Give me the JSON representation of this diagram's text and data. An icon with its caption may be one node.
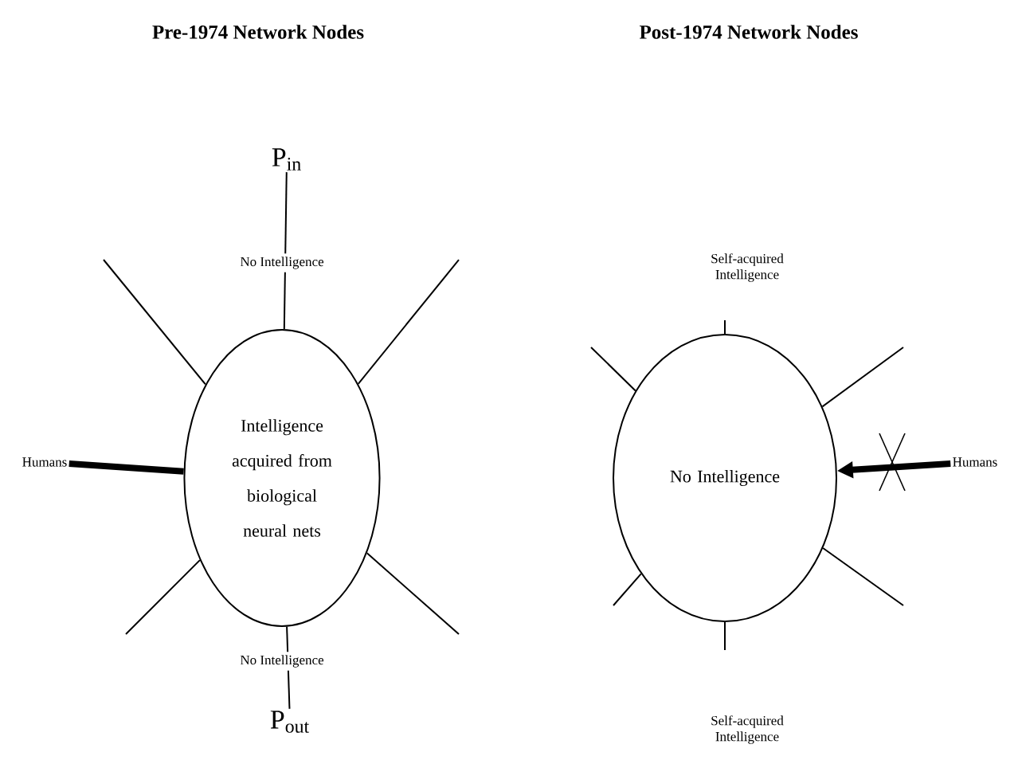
{
  "diagram": {
    "nodes": [
      {
        "text": [
          "Intelligence acquired from biological neural nets"
        ]
      },
      {
        "text": [
          "No Intelligence"
        ]
      },
      {
        "text": [
          "P$_{in}$"
        ]
      },
      {
        "text": [
          "P$_{out}$"
        ]
      },
      {
        "text": [
          "Humans"
        ]
      },
      {
        "text": [
          "Humans"
        ]
      }
    ],
    "edges": [
      {
        "from": 2,
        "to": 0,
        "arrow": "none",
        "label": "No Intelligence"
      },
      {
        "from": 0,
        "to": 3,
        "arrow": "none",
        "label": "No Intelligence"
      },
      {
        "from": 4,
        "to": 0,
        "arrow": "none",
        "style": "thick"
      },
      {
        "from": null,
        "to": 0,
        "arrow": "none"
      },
      {
        "from": null,
        "to": 0,
        "arrow": "none"
      },
      {
        "from": null,
        "to": 0,
        "arrow": "none"
      },
      {
        "from": null,
        "to": 0,
        "arrow": "none"
      },
      {
        "from": null,
        "to": 1,
        "arrow": "none"
      },
      {
        "from": null,
        "to": 1,
        "arrow": "none"
      },
      {
        "from": null,
        "to": 1,
        "arrow": "none"
      },
      {
        "from": null,
        "to": 1,
        "arrow": "none"
      },
      {
        "from": null,
        "to": 1,
        "arrow": "none"
      },
      {
        "from": null,
        "to": 1,
        "arrow": "none"
      },
      {
        "from": 5,
        "to": 1,
        "arrow": "to",
        "style": "thick"
      }
    ],
    "labels": [
      "Pre-1974 Network Nodes",
      "Post-1974 Network Nodes",
      "Self-acquired Intelligence",
      "Self-acquired Intelligence"
    ]
  }
}
